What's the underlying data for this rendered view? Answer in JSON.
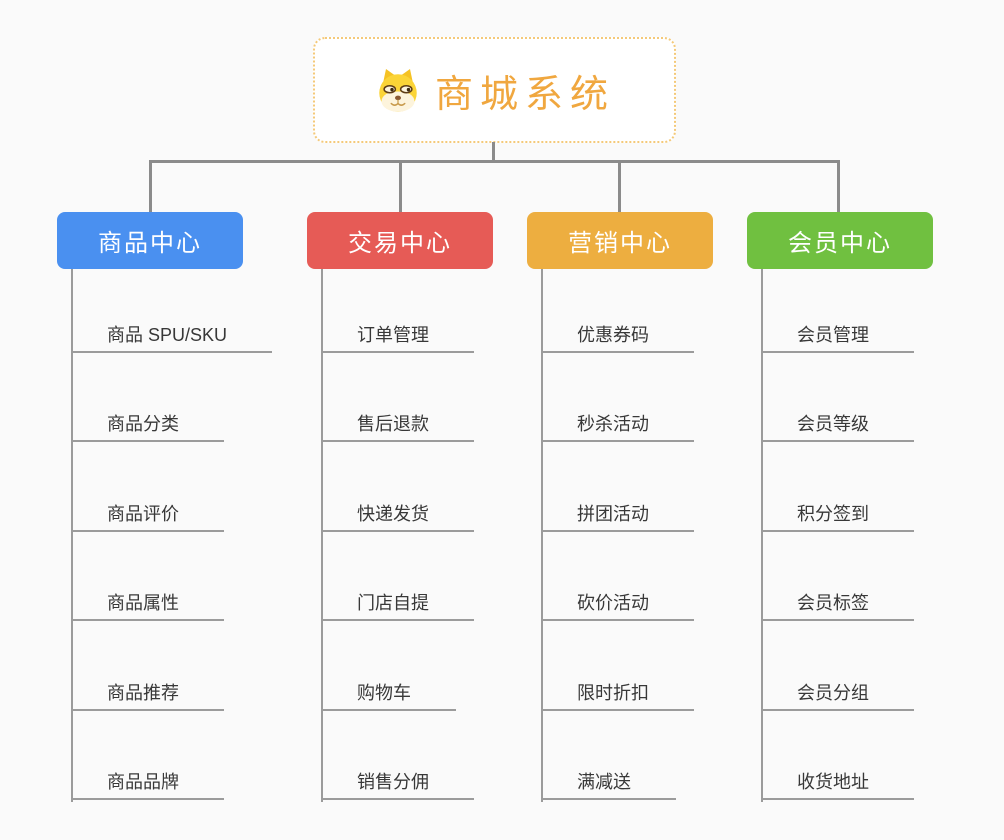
{
  "root": {
    "title": "商城系统",
    "icon": "dog-face",
    "title_color": "#f0a73f",
    "border_color": "#f4c979"
  },
  "connector_color": "#8b8b8b",
  "leaf_line_color": "#9b9b9b",
  "branches": [
    {
      "label": "商品中心",
      "color": "#4a90f0",
      "items": [
        "商品 SPU/SKU",
        "商品分类",
        "商品评价",
        "商品属性",
        "商品推荐",
        "商品品牌"
      ]
    },
    {
      "label": "交易中心",
      "color": "#e65b56",
      "items": [
        "订单管理",
        "售后退款",
        "快递发货",
        "门店自提",
        "购物车",
        "销售分佣"
      ]
    },
    {
      "label": "营销中心",
      "color": "#edae40",
      "items": [
        "优惠券码",
        "秒杀活动",
        "拼团活动",
        "砍价活动",
        "限时折扣",
        "满减送"
      ]
    },
    {
      "label": "会员中心",
      "color": "#70c040",
      "items": [
        "会员管理",
        "会员等级",
        "积分签到",
        "会员标签",
        "会员分组",
        "收货地址"
      ]
    }
  ]
}
